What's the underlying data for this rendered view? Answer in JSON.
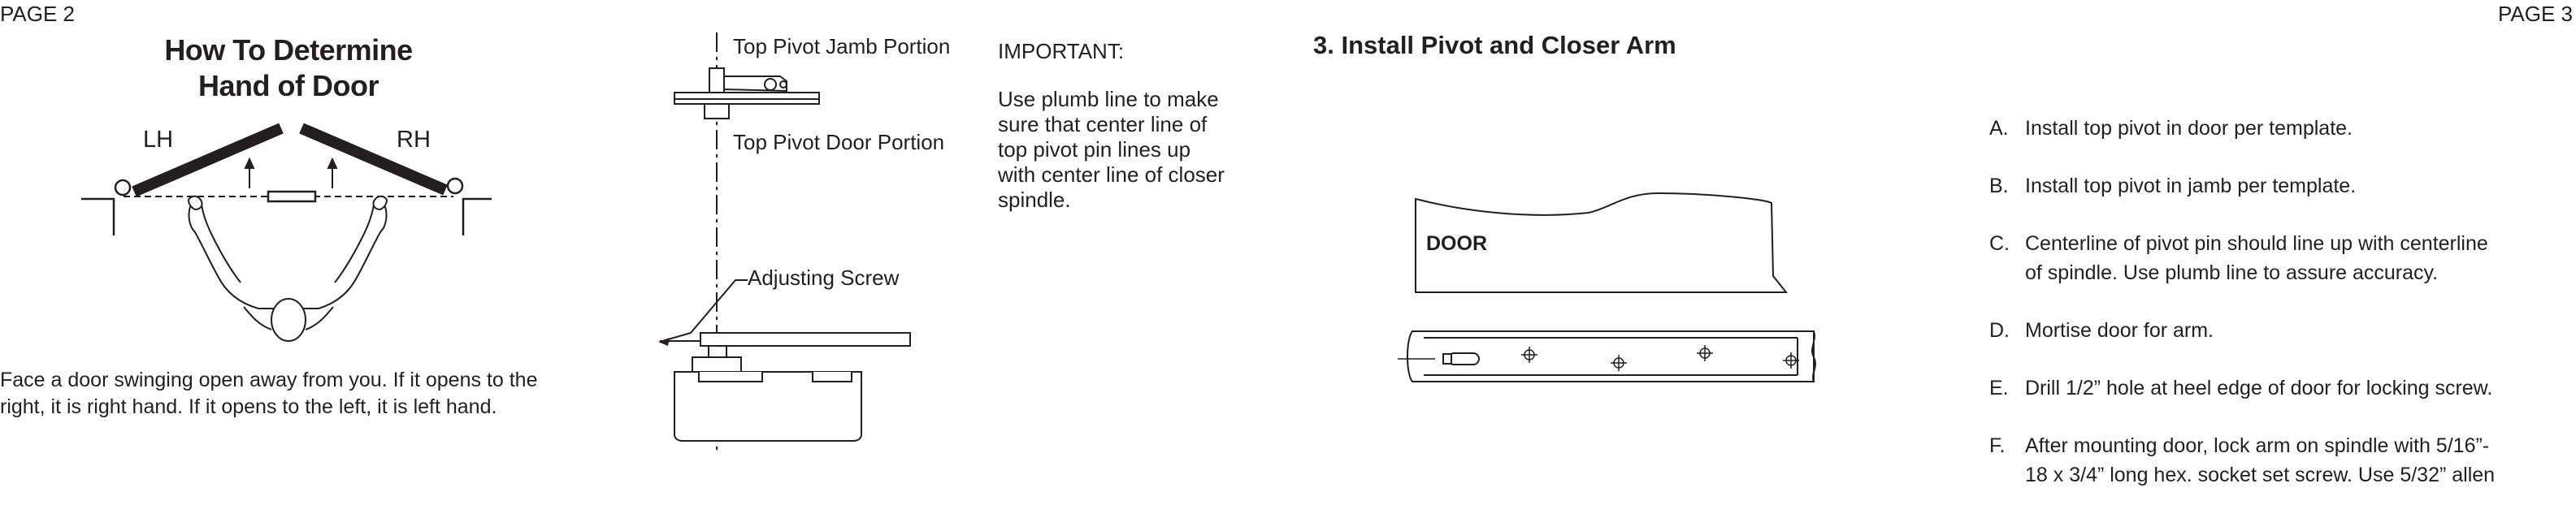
{
  "page_left": "PAGE 2",
  "page_right": "PAGE 3",
  "hand": {
    "title_line1": "How To Determine",
    "title_line2": "Hand of Door",
    "lh": "LH",
    "rh": "RH",
    "caption_line1": "Face a door swinging open away from you. If it opens to the",
    "caption_line2": "right, it is right hand. If it opens to the left, it is left hand."
  },
  "pivot": {
    "top_jamb": "Top Pivot Jamb Portion",
    "top_door": "Top Pivot Door Portion",
    "adjusting_screw": "Adjusting Screw"
  },
  "important": {
    "heading": "IMPORTANT:",
    "line1": "Use plumb line to make",
    "line2": "sure that center line of",
    "line3": "top pivot pin lines up",
    "line4": "with center line of closer",
    "line5": "spindle."
  },
  "install": {
    "title": "3. Install Pivot and Closer Arm",
    "door_label": "DOOR",
    "steps": [
      {
        "letter": "A.",
        "text": "Install top pivot in door per template."
      },
      {
        "letter": "B.",
        "text": "Install top pivot in jamb per template."
      },
      {
        "letter": "C.",
        "line1": "Centerline of pivot pin should line up with centerline",
        "line2": "of spindle. Use plumb line to assure accuracy."
      },
      {
        "letter": "D.",
        "text": "Mortise door for arm."
      },
      {
        "letter": "E.",
        "text": "Drill 1/2” hole at heel edge of door for locking screw."
      },
      {
        "letter": "F.",
        "line1": "After mounting door, lock arm on spindle with 5/16”-",
        "line2": "18 x 3/4” long hex. socket set screw. Use 5/32” allen"
      }
    ]
  }
}
